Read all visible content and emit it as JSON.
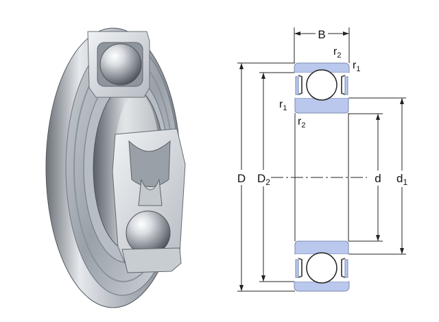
{
  "colors": {
    "ring_fill": "#b9c8ec",
    "ring_stroke": "#7a89b0",
    "line": "#222222",
    "steel_light": "#e3e6ea",
    "steel_mid": "#a6acb3",
    "steel_dark": "#5d636a"
  },
  "labels": {
    "width": "B",
    "outer_diameter": "D",
    "shoulder_diameter_outer": "D",
    "shoulder_diameter_outer_sub": "2",
    "bore_diameter": "d",
    "shoulder_diameter_inner": "d",
    "shoulder_diameter_inner_sub": "1",
    "chamfer_r1_top": "r",
    "chamfer_r1_top_sub": "1",
    "chamfer_r2_top": "r",
    "chamfer_r2_top_sub": "2",
    "chamfer_r1_left": "r",
    "chamfer_r1_left_sub": "1",
    "chamfer_r2_left": "r",
    "chamfer_r2_left_sub": "2"
  },
  "icons": {
    "bearing_render": "shielded-deep-groove-ball-bearing-cutaway"
  }
}
